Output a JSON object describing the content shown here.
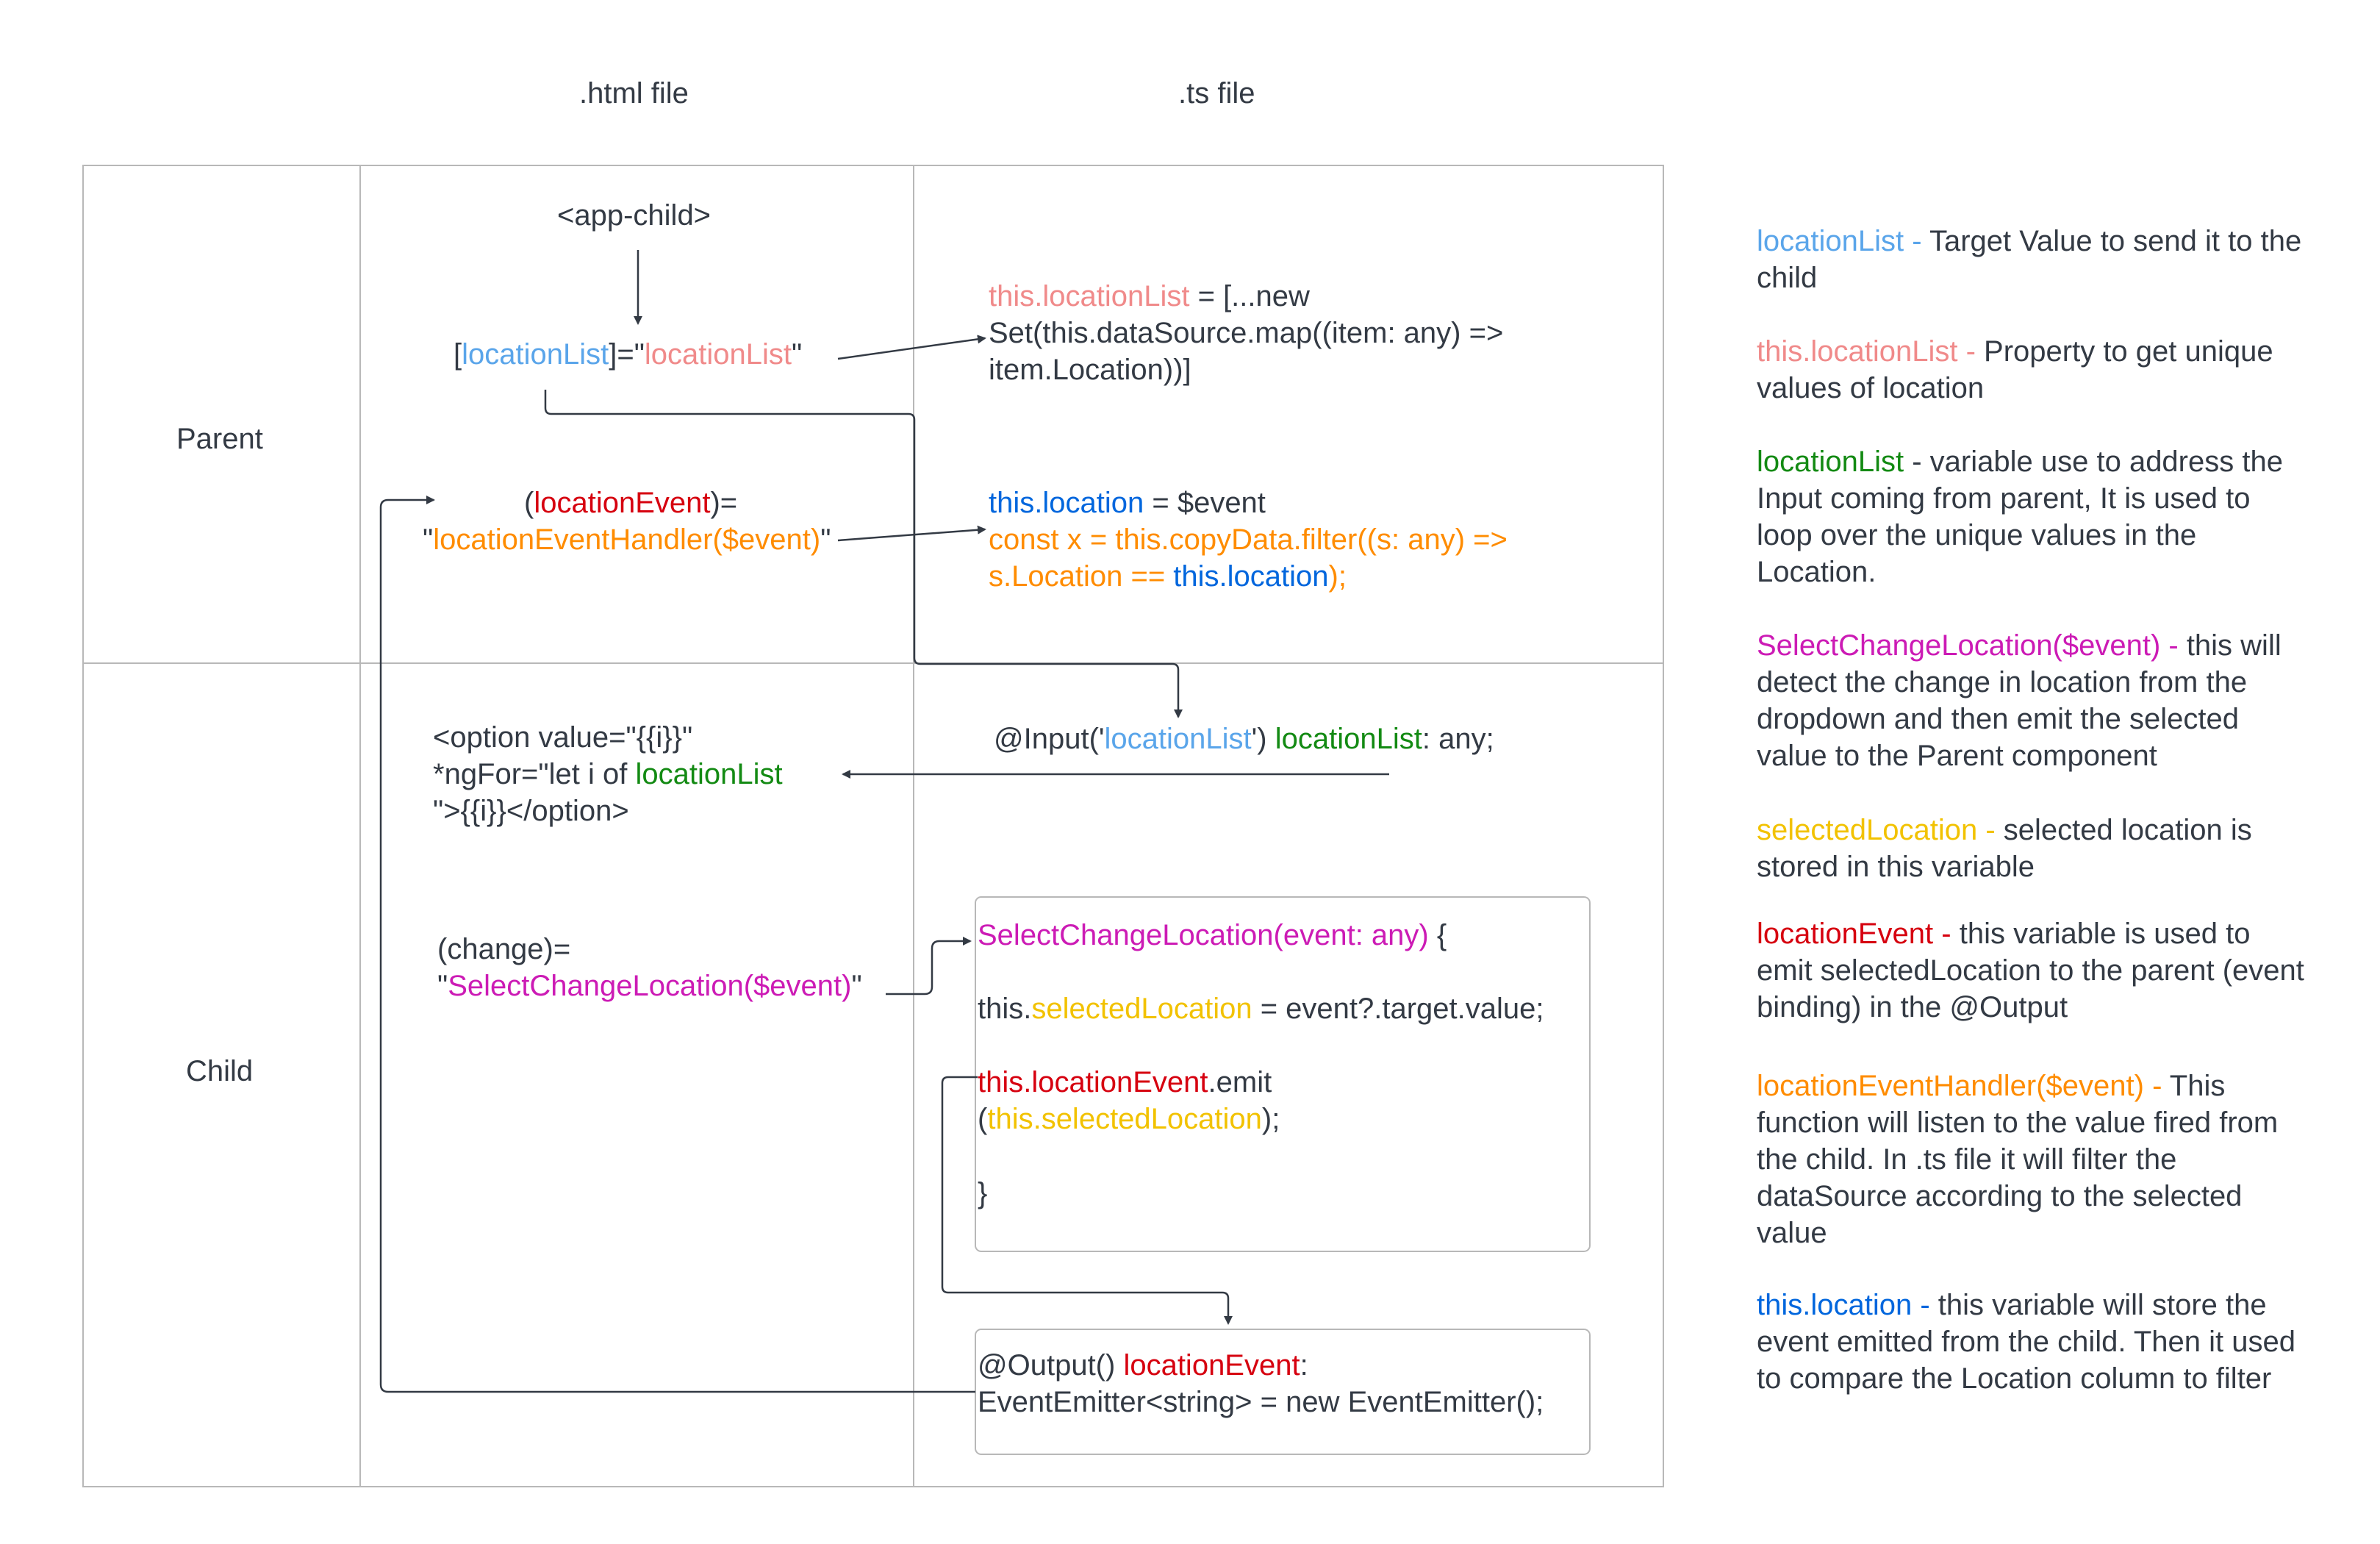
{
  "headers": {
    "html_file": ".html file",
    "ts_file": ".ts file"
  },
  "rows": {
    "parent": "Parent",
    "child": "Child"
  },
  "parent_html": {
    "app_child": "<app-child>",
    "binding": {
      "open": "[",
      "prop": "locationList",
      "mid": "]=\"",
      "value": "locationList",
      "close": "\""
    },
    "event": {
      "open": "(",
      "name": "locationEvent",
      "close": ")=",
      "quote_open": "\"",
      "handler": "locationEventHandler($event)",
      "quote_close": "\""
    }
  },
  "parent_ts": {
    "assign": {
      "lhs": "this.locationList",
      "eq": " = [...new",
      "line2": "Set(this.dataSource.map((item: any) =>",
      "line3": "item.Location))]"
    },
    "location": {
      "lhs": "this.location",
      "rhs": " = $event",
      "line2": "const x = this.copyData.filter((s: any) =>",
      "line3_a": "s.Location == ",
      "line3_b": "this.location",
      "line3_c": ");"
    }
  },
  "child_ts": {
    "input": {
      "a": "@Input('",
      "b": "locationList",
      "c": "') ",
      "d": "locationList",
      "e": ": any;"
    },
    "method": {
      "sig": "SelectChangeLocation(event: any)",
      "brace": " {",
      "l2_a": "this.",
      "l2_b": "selectedLocation",
      "l2_c": " = event?.target.value;",
      "l3_a": "this.locationEvent",
      "l3_b": ".emit",
      "l4_a": "(",
      "l4_b": "this.selectedLocation",
      "l4_c": ");",
      "end": "}"
    },
    "output": {
      "a": "@Output() ",
      "b": "locationEvent",
      "c": ":",
      "line2": "EventEmitter<string> = new EventEmitter();"
    }
  },
  "child_html": {
    "option": {
      "l1": "<option value=\"{{i}}\"",
      "l2_a": "*ngFor=\"let i of ",
      "l2_b": "locationList",
      "l3": "\">{{i}}</option>"
    },
    "change": {
      "l1": "(change)=",
      "l2_a": "\"",
      "l2_b": "SelectChangeLocation($event)",
      "l2_c": "\""
    }
  },
  "legend": [
    {
      "term": "locationList - ",
      "color": "#5aa5ea",
      "lines": [
        "Target Value to send it to the",
        "child"
      ]
    },
    {
      "term": "this.locationList - ",
      "color": "#f08a8a",
      "lines": [
        "Property to get unique",
        "values of location"
      ]
    },
    {
      "term": "locationList",
      "color": "#138a13",
      "lines": [
        " - variable use to address the",
        "Input coming from parent, It is used to",
        "loop over the unique values in the",
        "Location."
      ]
    },
    {
      "term": "SelectChangeLocation($event) - ",
      "color": "#cc1bb5",
      "lines": [
        "this will",
        "detect the change in location from the",
        "dropdown and then emit the selected",
        "value to the Parent component"
      ]
    },
    {
      "term": "selectedLocation - ",
      "color": "#f2c200",
      "lines": [
        "selected location is",
        "stored in this variable"
      ]
    },
    {
      "term": "locationEvent - ",
      "color": "#d6000f",
      "lines": [
        "this variable is used to",
        "emit selectedLocation to the parent (event",
        "binding) in the @Output"
      ]
    },
    {
      "term": "locationEventHandler($event) - ",
      "color": "#ff8c00",
      "lines": [
        "This",
        "function will listen to the value fired from",
        "the child. In .ts file it will filter the",
        "dataSource according to the selected",
        "value"
      ]
    },
    {
      "term": "this.location - ",
      "color": "#0066dd",
      "lines": [
        "this variable will store the",
        "event emitted from the child. Then it used",
        "to compare the Location column to filter"
      ]
    }
  ]
}
